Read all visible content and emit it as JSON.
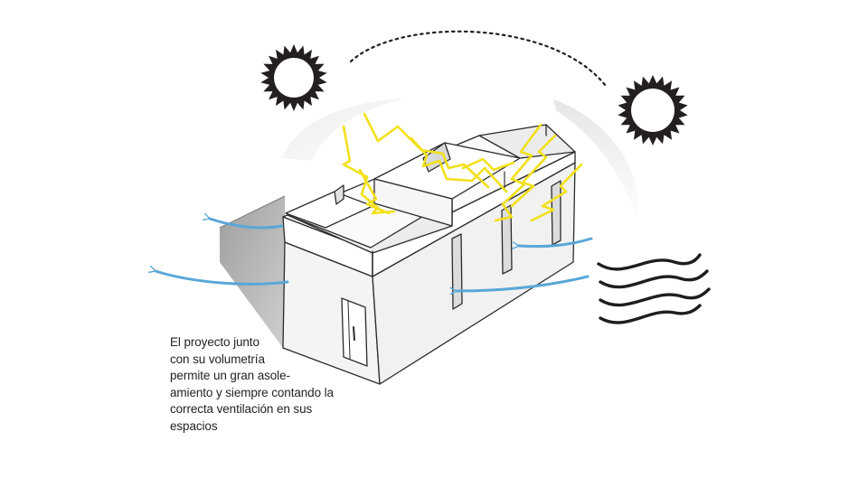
{
  "caption": {
    "lines": [
      "El proyecto junto",
      "con su volumetría",
      "permite un gran asole-",
      "amiento y siempre contando la",
      "correcta ventilación en sus",
      "espacios"
    ]
  },
  "colors": {
    "sun": "#231f20",
    "sunlight_rays": "#f2e01a",
    "wind_arrows": "#5aa7d8",
    "wind_lines": "#1e1e1e",
    "building_outline": "#2a2a2a",
    "building_wall": "#f3f3f3",
    "shadow": "#9a9a9a",
    "solar_arc": "#e8e8ea"
  },
  "icons": {
    "sun_left": "sun-icon",
    "sun_right": "sun-icon",
    "wind": "wind-lines-icon"
  }
}
